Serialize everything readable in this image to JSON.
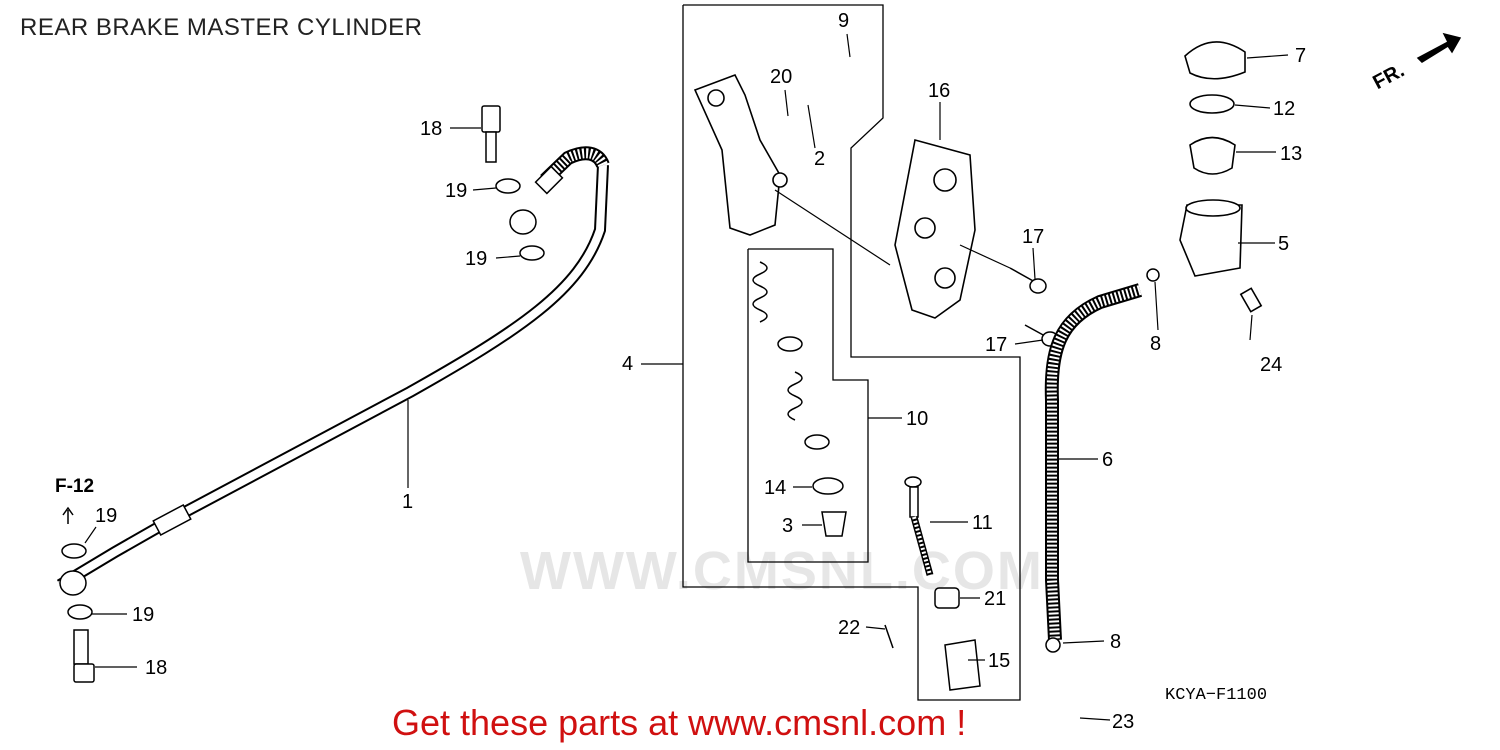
{
  "title": "REAR BRAKE MASTER CYLINDER",
  "section_ref": "F-12",
  "front_arrow_label": "FR.",
  "diagram_code": "KCYA−F1100",
  "banner": "Get these parts at www.cmsnl.com !",
  "watermark": "WWW.CMSNL.COM",
  "callouts": [
    {
      "id": "c1",
      "text": "1"
    },
    {
      "id": "c2",
      "text": "2"
    },
    {
      "id": "c3",
      "text": "3"
    },
    {
      "id": "c4",
      "text": "4"
    },
    {
      "id": "c5",
      "text": "5"
    },
    {
      "id": "c6",
      "text": "6"
    },
    {
      "id": "c7",
      "text": "7"
    },
    {
      "id": "c8a",
      "text": "8"
    },
    {
      "id": "c8b",
      "text": "8"
    },
    {
      "id": "c9",
      "text": "9"
    },
    {
      "id": "c10",
      "text": "10"
    },
    {
      "id": "c11",
      "text": "11"
    },
    {
      "id": "c12",
      "text": "12"
    },
    {
      "id": "c13",
      "text": "13"
    },
    {
      "id": "c14",
      "text": "14"
    },
    {
      "id": "c15",
      "text": "15"
    },
    {
      "id": "c16",
      "text": "16"
    },
    {
      "id": "c17a",
      "text": "17"
    },
    {
      "id": "c17b",
      "text": "17"
    },
    {
      "id": "c18a",
      "text": "18"
    },
    {
      "id": "c18b",
      "text": "18"
    },
    {
      "id": "c19a",
      "text": "19"
    },
    {
      "id": "c19b",
      "text": "19"
    },
    {
      "id": "c19c",
      "text": "19"
    },
    {
      "id": "c19d",
      "text": "19"
    },
    {
      "id": "c20",
      "text": "20"
    },
    {
      "id": "c21",
      "text": "21"
    },
    {
      "id": "c22",
      "text": "22"
    },
    {
      "id": "c23",
      "text": "23"
    },
    {
      "id": "c24",
      "text": "24"
    }
  ]
}
